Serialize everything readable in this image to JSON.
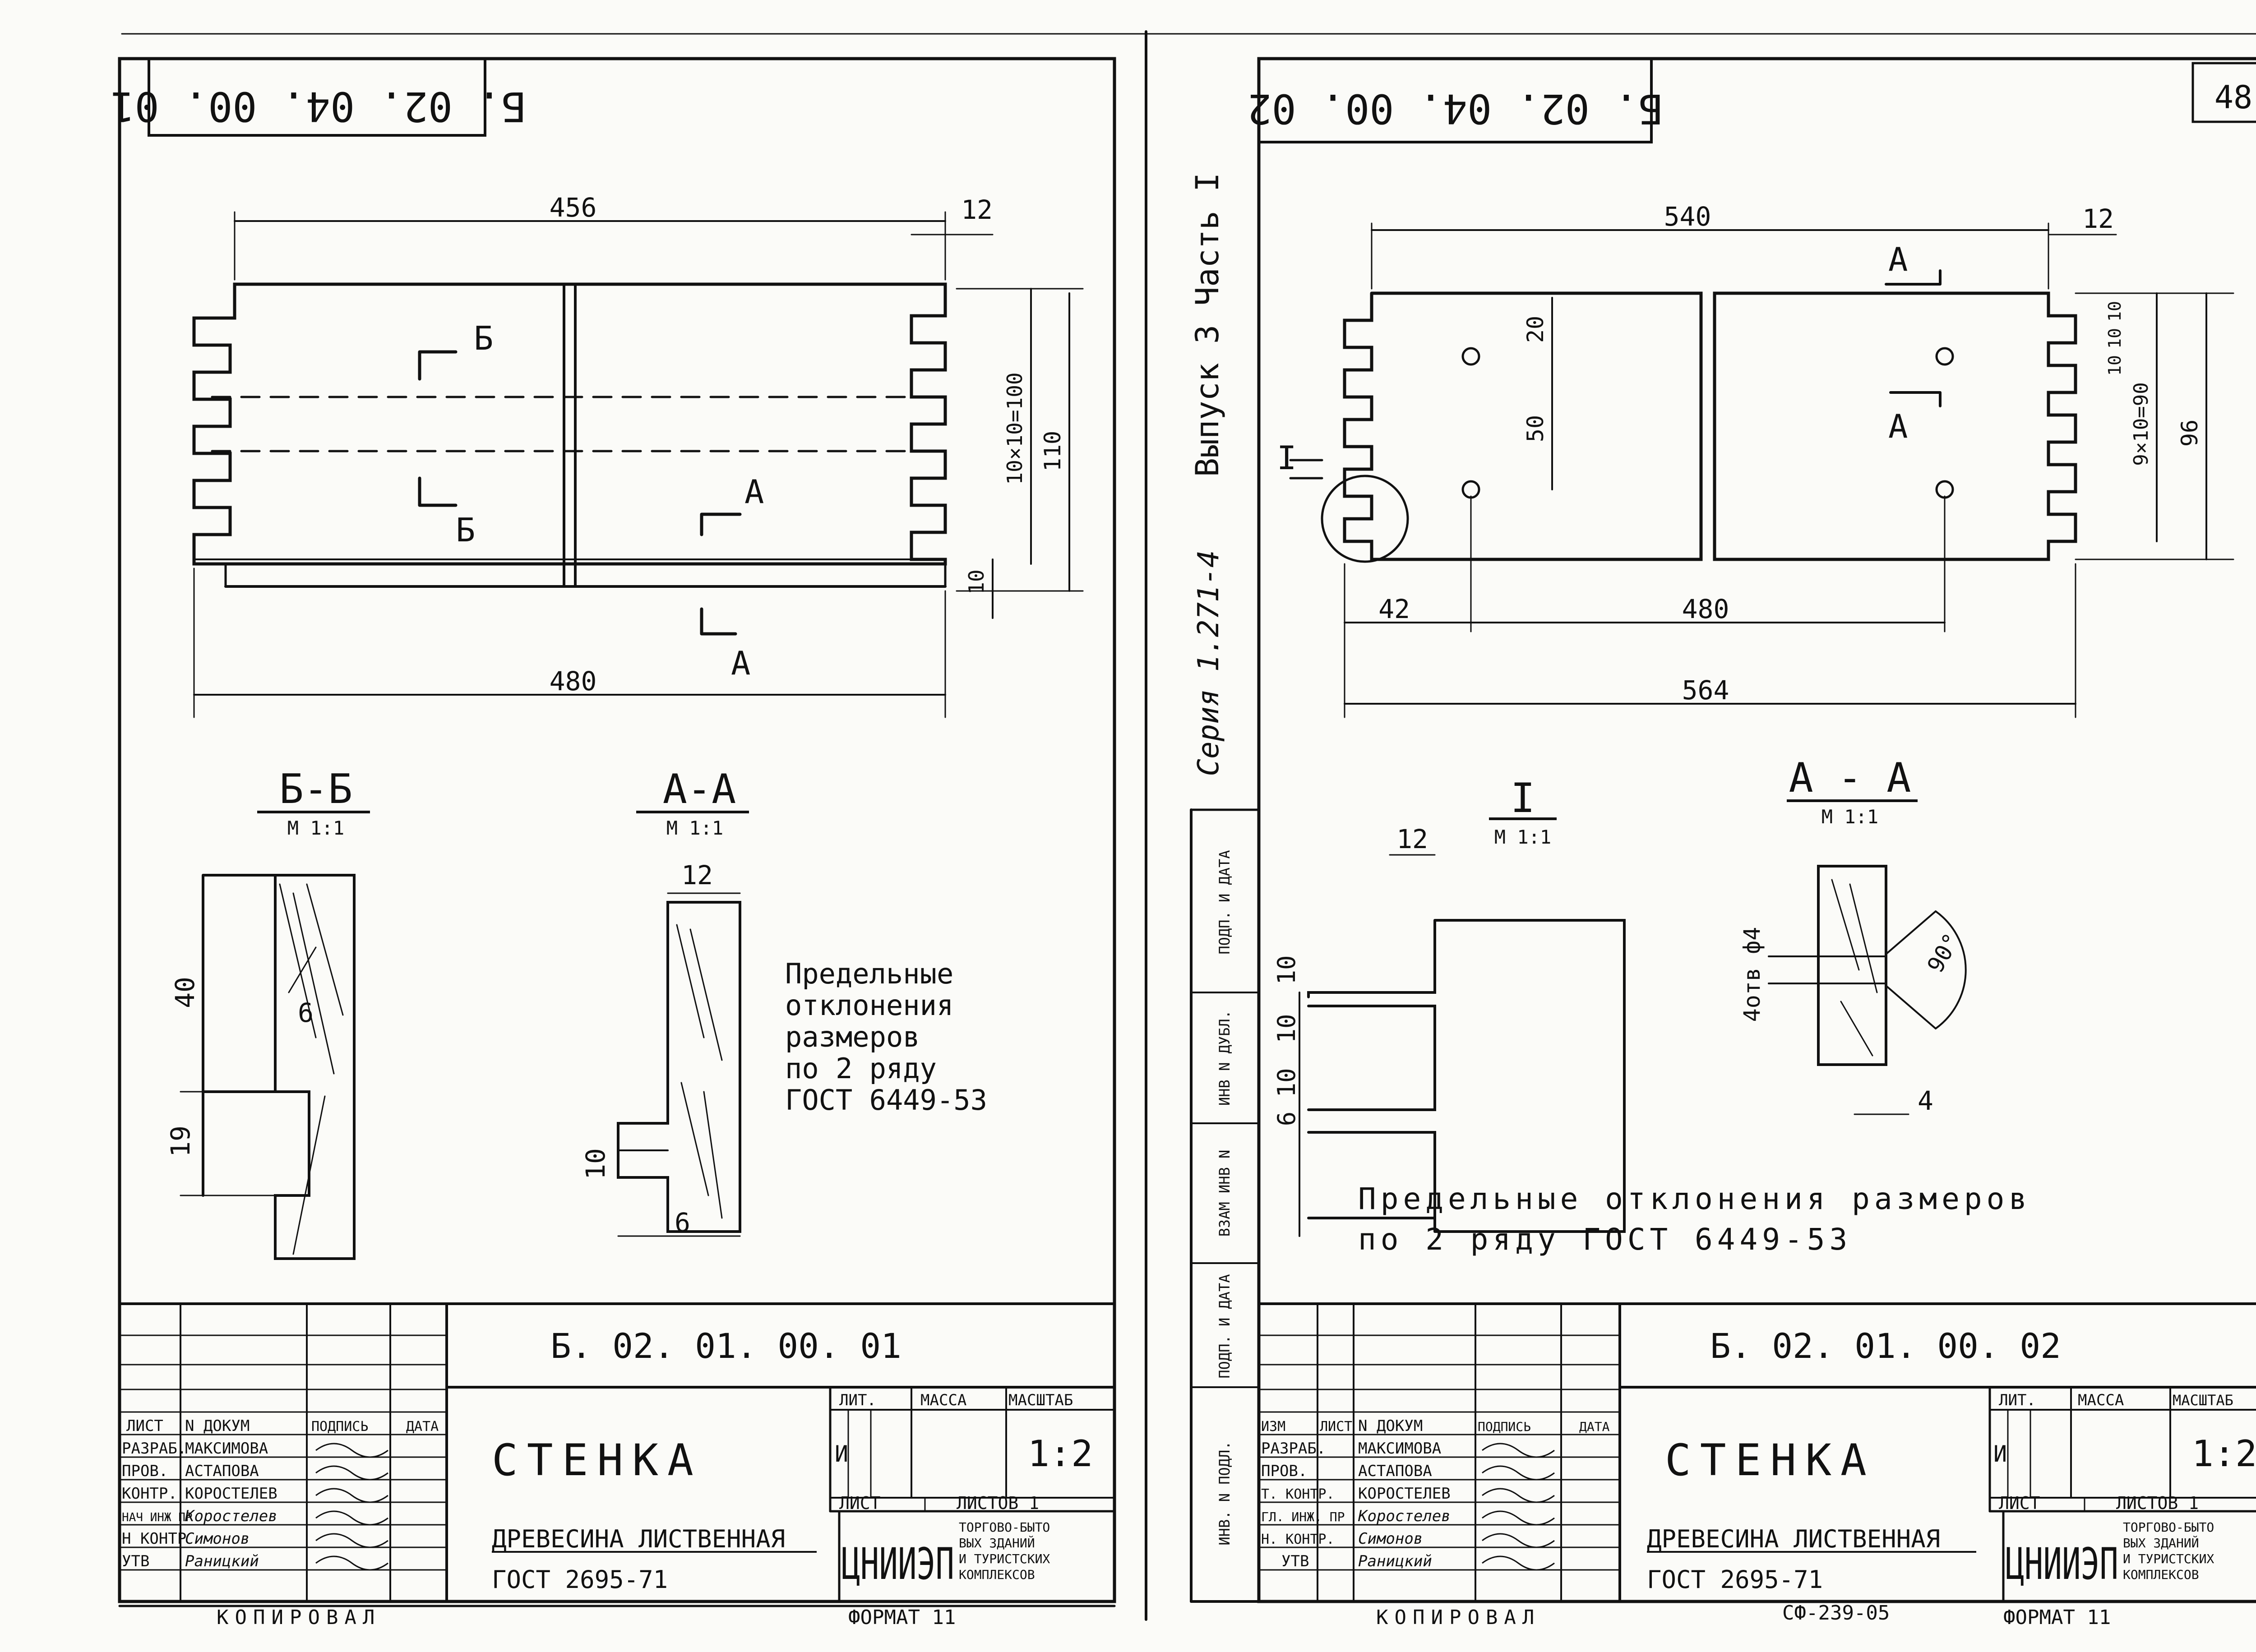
{
  "left": {
    "top_code": "Б. 02. 04. 00. 01",
    "dims": {
      "d456": "456",
      "d12": "12",
      "d480": "480",
      "d10x10": "10×10=100",
      "d110": "110",
      "d10": "10"
    },
    "cut_labels": {
      "b1": "Б",
      "b2": "Б",
      "a1": "А",
      "a2": "А"
    },
    "section_bb": {
      "title": "Б-Б",
      "scale": "М 1:1",
      "d40": "40",
      "d6": "6",
      "d19": "19"
    },
    "section_aa": {
      "title": "А-А",
      "scale": "М 1:1",
      "d12": "12",
      "d10": "10",
      "d6": "6"
    },
    "note_lines": [
      "Предельные",
      "отклонения",
      "размеров",
      "по 2 ряду",
      "ГОСТ 6449-53"
    ],
    "title_block": {
      "code": "Б. 02. 01. 00. 01",
      "name": "СТЕНКА",
      "headers": {
        "list": "ЛИСТ",
        "ndoc": "N ДОКУМ",
        "sign": "ПОДПИСЬ",
        "date": "ДАТА"
      },
      "roles": [
        "РАЗРАБ.",
        "ПРОВ.",
        "КОНТР.",
        "НАЧ ИНЖ ПР",
        "Н КОНТР",
        "УТВ"
      ],
      "names": [
        "МАКСИМОВА",
        "АСТАПОВА",
        "КОРОСТЕЛЕВ",
        "Коростелев",
        "Симонов",
        "Раницкий"
      ],
      "lit": "ЛИТ.",
      "mass": "МАССА",
      "scale_label": "МАСШТАБ",
      "lit_value": "И",
      "scale_value": "1:2",
      "sheet": "ЛИСТ",
      "sheets": "ЛИСТОВ 1",
      "material": "ДРЕВЕСИНА ЛИСТВЕННАЯ",
      "gost": "ГОСТ 2695-71",
      "org": "ЦНИИЭП",
      "org_sub": [
        "ТОРГОВО-БЫТО",
        "ВЫХ ЗДАНИЙ",
        "И ТУРИСТСКИХ",
        "КОМПЛЕКСОВ"
      ]
    },
    "footer": {
      "copy": "КОПИРОВАЛ",
      "format": "ФОРМАТ 11"
    }
  },
  "right": {
    "top_code": "Б. 02. 04. 00. 02",
    "page_number": "48",
    "series_vertical": "Серия 1.271-4",
    "issue_vertical": "Выпуск 3 Часть I",
    "dims": {
      "d540": "540",
      "d12": "12",
      "d20": "20",
      "d50": "50",
      "d42": "42",
      "d480": "480",
      "d564": "564",
      "d10a": "10",
      "d10b": "10",
      "d10c": "10",
      "d9x10": "9×10=90",
      "d96": "96"
    },
    "cut_labels": {
      "a1": "А",
      "a2": "А",
      "callout": "I"
    },
    "detail_i": {
      "title": "I",
      "scale": "М 1:1",
      "d12": "12",
      "d10a": "10",
      "d10b": "10",
      "d10c": "10",
      "d6": "6"
    },
    "section_aa": {
      "title": "А - А",
      "scale": "М 1:1",
      "hole": "4отв ф4",
      "angle": "90°",
      "d4": "4"
    },
    "note": [
      "Предельные отклонения размеров",
      "по 2 ряду ГОСТ 6449-53"
    ],
    "side_labels": [
      "ПОДП. И ДАТА",
      "ИНВ N ДУБЛ.",
      "ВЗАМ ИНВ N",
      "ПОДП. И ДАТА",
      "ИНВ. N ПОДЛ."
    ],
    "title_block": {
      "code": "Б. 02. 01. 00. 02",
      "name": "СТЕНКА",
      "headers": {
        "izm": "ИЗМ",
        "list": "ЛИСТ",
        "ndoc": "N ДОКУМ",
        "sign": "ПОДПИСЬ",
        "date": "ДАТА"
      },
      "roles": [
        "РАЗРАБ.",
        "ПРОВ.",
        "Т. КОНТР.",
        "ГЛ. ИНЖ. ПР",
        "Н. КОНТР.",
        "УТВ"
      ],
      "names": [
        "МАКСИМОВА",
        "АСТАПОВА",
        "КОРОСТЕЛЕВ",
        "Коростелев",
        "Симонов",
        "Раницкий"
      ],
      "lit": "ЛИТ.",
      "mass": "МАССА",
      "scale_label": "МАСШТАБ",
      "lit_value": "И",
      "scale_value": "1:2",
      "sheet": "ЛИСТ",
      "sheets": "ЛИСТОВ 1",
      "material": "ДРЕВЕСИНА ЛИСТВЕННАЯ",
      "gost": "ГОСТ 2695-71",
      "org": "ЦНИИЭП",
      "org_sub": [
        "ТОРГОВО-БЫТО",
        "ВЫХ ЗДАНИЙ",
        "И ТУРИСТСКИХ",
        "КОМПЛЕКСОВ"
      ]
    },
    "footer": {
      "copy": "КОПИРОВАЛ",
      "sf": "СФ-239-05",
      "format": "ФОРМАТ 11"
    }
  },
  "colors": {
    "ink": "#111111",
    "paper": "#fbfbf8"
  }
}
